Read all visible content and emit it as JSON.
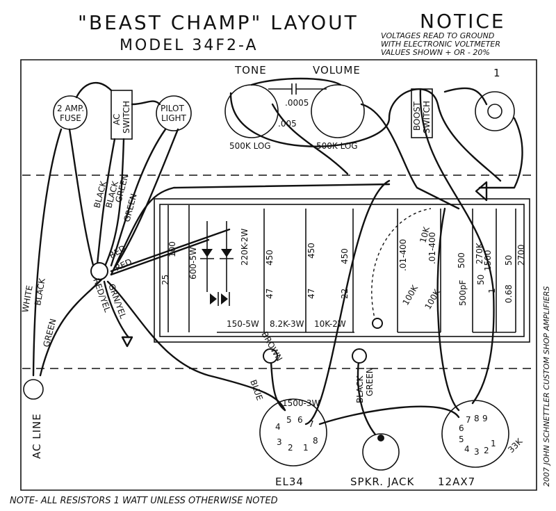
{
  "header": {
    "title": "\"BEAST CHAMP\" LAYOUT",
    "notice": "NOTICE",
    "model": "MODEL 34F2-A",
    "notice_lines": [
      "VOLTAGES READ TO GROUND",
      "WITH ELECTRONIC VOLTMETER",
      "VALUES SHOWN + OR - 20%"
    ]
  },
  "controls": {
    "tone": "TONE",
    "volume": "VOLUME",
    "pot_tone": "500K LOG",
    "pot_volume": "500K LOG",
    "cap_a": ".0005",
    "cap_b": ".005",
    "input_jack": "1"
  },
  "switches": {
    "fuse_1": "2 AMP.",
    "fuse_2": "FUSE",
    "ac_1": "AC",
    "ac_2": "SWITCH",
    "pilot_1": "PILOT",
    "pilot_2": "LIGHT",
    "boost_1": "BOOST",
    "boost_2": "SWITCH"
  },
  "wires": {
    "black1": "BLACK",
    "black2": "BLACK",
    "green1": "GREEN",
    "green2": "GREEN",
    "red1": "RED",
    "red2": "RED",
    "red_yel": "RED/YEL",
    "grn_yel": "GRN/YEL",
    "white": "WHITE",
    "black3": "BLACK",
    "green3": "GREEN",
    "brown": "BROWN",
    "blue": "BLUE",
    "black4": "BLACK",
    "green4": "GREEN"
  },
  "board": {
    "c_25": "25",
    "c_100": "100",
    "r_600": "600-5W",
    "r_220k": "220K-2W",
    "c_450a": "450",
    "c_47a": "47",
    "c_450b": "450",
    "c_47b": "47",
    "c_450c": "450",
    "c_22": "22",
    "r_150": "150-5W",
    "r_8k2": "8.2K-3W",
    "r_10k": "10K-2W",
    "c_01a": ".01-400",
    "r_10ka": "10K",
    "c_01b": ".01-400",
    "r_100k": "100K",
    "r_100k2": "100K",
    "c_500pf": "500pF",
    "r_270k": "270K",
    "c_500": "500",
    "c_50a": "50",
    "r_1500": "1500",
    "c_1": "1",
    "c_50b": "50",
    "c_068": "0.68",
    "r_2700": "2700"
  },
  "tubes": {
    "el34": "EL34",
    "el34_res": "1500-3W",
    "el34_pins": [
      "1",
      "2",
      "3",
      "4",
      "5",
      "6",
      "7",
      "8"
    ],
    "ax7": "12AX7",
    "ax7_pins": [
      "1",
      "2",
      "3",
      "4",
      "5",
      "6",
      "7",
      "8",
      "9"
    ],
    "ax7_res": "33K"
  },
  "labels": {
    "ac_line": "AC LINE",
    "spkr_jack": "SPKR. JACK",
    "credit": "2007 JOHN SCHNETTLER CUSTOM SHOP AMPLIFIERS",
    "footer": "NOTE- ALL RESISTORS 1 WATT UNLESS OTHERWISE NOTED"
  }
}
